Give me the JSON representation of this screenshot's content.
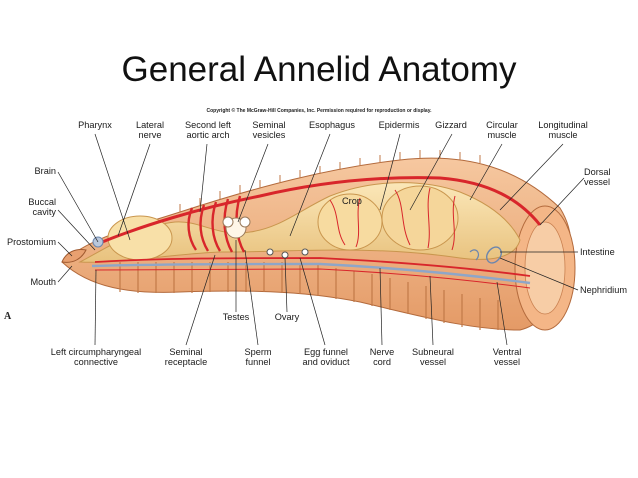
{
  "title": "General Annelid Anatomy",
  "copyright": "Copyright © The McGraw-Hill Companies, Inc. Permission required for reproduction or display.",
  "panel_letter": "A",
  "labels": {
    "pharynx": "Pharynx",
    "lateral_nerve": "Lateral\nnerve",
    "second_left_aortic_arch": "Second left\naortic arch",
    "seminal_vesicles": "Seminal\nvesicles",
    "esophagus": "Esophagus",
    "epidermis": "Epidermis",
    "gizzard": "Gizzard",
    "circular_muscle": "Circular\nmuscle",
    "longitudinal_muscle": "Longitudinal\nmuscle",
    "brain": "Brain",
    "buccal_cavity": "Buccal\ncavity",
    "prostomium": "Prostomium",
    "mouth": "Mouth",
    "crop": "Crop",
    "dorsal_vessel": "Dorsal\nvessel",
    "intestine": "Intestine",
    "nephridium": "Nephridium",
    "testes": "Testes",
    "ovary": "Ovary",
    "left_circumpharyngeal_connective": "Left circumpharyngeal\nconnective",
    "seminal_receptacle": "Seminal\nreceptacle",
    "sperm_funnel": "Sperm\nfunnel",
    "egg_funnel_and_oviduct": "Egg funnel\nand oviduct",
    "nerve_cord": "Nerve\ncord",
    "subneural_vessel": "Subneural\nvessel",
    "ventral_vessel": "Ventral\nvessel"
  },
  "colors": {
    "body_skin": "#f2b98a",
    "body_dark": "#d98d5a",
    "gut": "#f5d9a0",
    "vessel": "#d8262b",
    "nerve": "#8ea6c8",
    "leader": "#222222"
  }
}
